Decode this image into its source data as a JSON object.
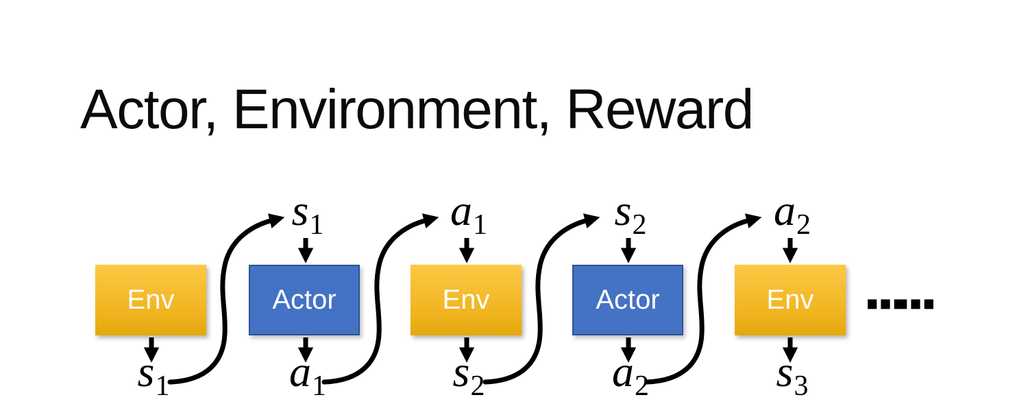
{
  "title": "Actor, Environment, Reward",
  "colors": {
    "env_gradient_top": "#FDC845",
    "env_gradient_bottom": "#E5A90D",
    "actor_fill": "#4472C4",
    "actor_border": "#2E5395",
    "arrow": "#000000",
    "background": "#FFFFFF",
    "box_text": "#FFFFFF",
    "title_text": "#0B0B0B"
  },
  "diagram": {
    "boxes": [
      {
        "label": "Env",
        "type": "environment"
      },
      {
        "label": "Actor",
        "type": "actor"
      },
      {
        "label": "Env",
        "type": "environment"
      },
      {
        "label": "Actor",
        "type": "actor"
      },
      {
        "label": "Env",
        "type": "environment"
      }
    ],
    "top_labels": [
      {
        "base": "s",
        "sub": "1"
      },
      {
        "base": "a",
        "sub": "1"
      },
      {
        "base": "s",
        "sub": "2"
      },
      {
        "base": "a",
        "sub": "2"
      }
    ],
    "bottom_labels": [
      {
        "base": "s",
        "sub": "1"
      },
      {
        "base": "a",
        "sub": "1"
      },
      {
        "base": "s",
        "sub": "2"
      },
      {
        "base": "a",
        "sub": "2"
      },
      {
        "base": "s",
        "sub": "3"
      }
    ],
    "ellipsis": "……"
  }
}
